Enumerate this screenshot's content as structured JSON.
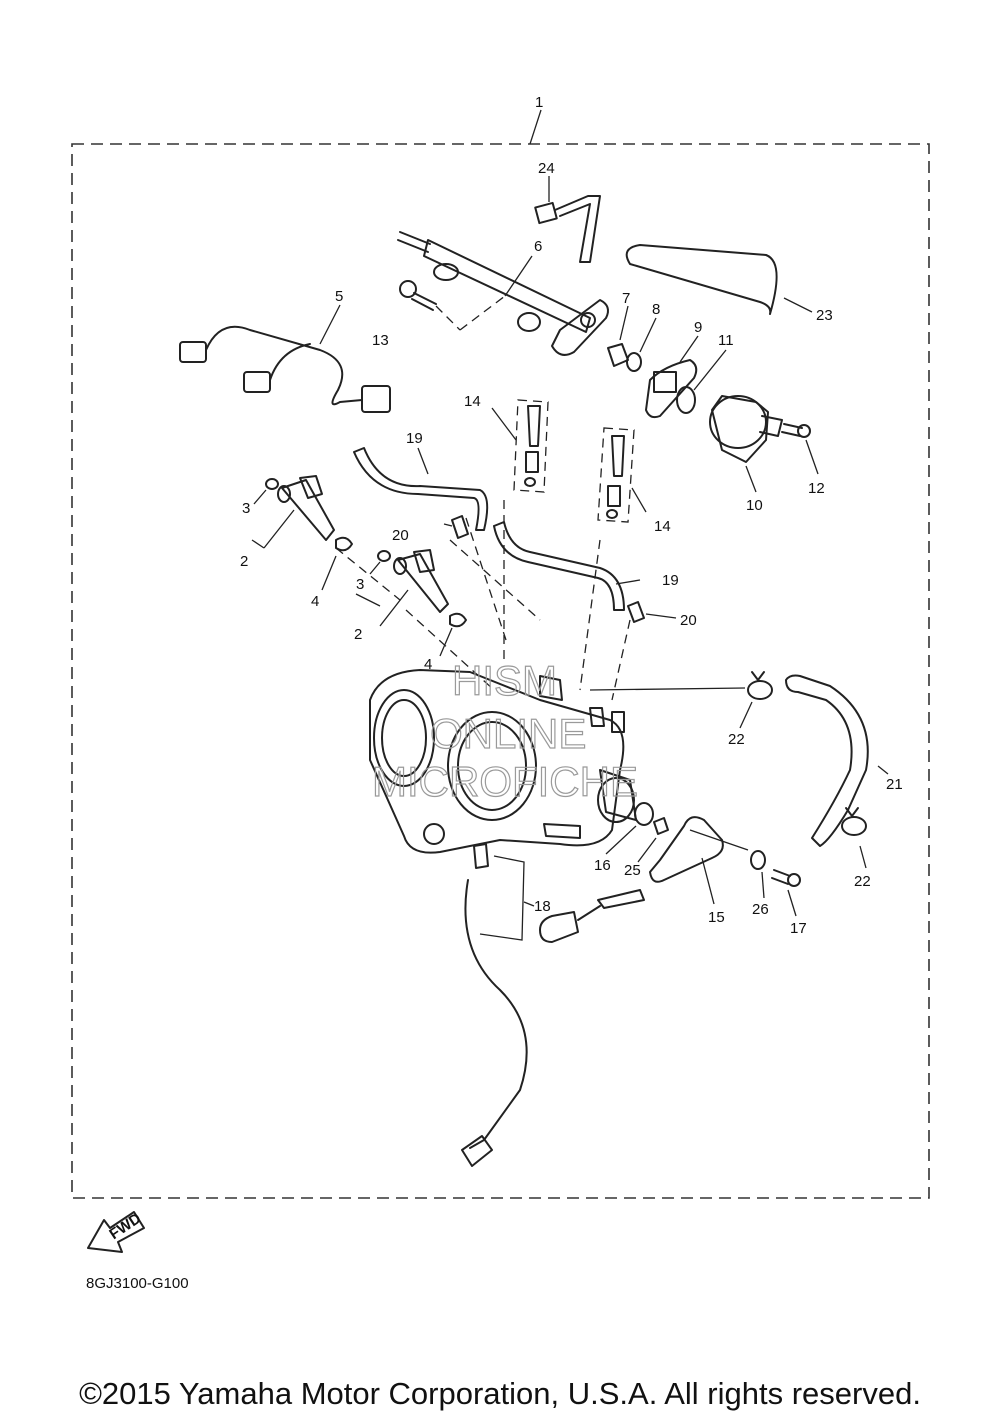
{
  "assembly_number": "1",
  "callouts": {
    "c24": "24",
    "c6": "6",
    "c23": "23",
    "c5": "5",
    "c13": "13",
    "c7": "7",
    "c8": "8",
    "c9": "9",
    "c11": "11",
    "c14a": "14",
    "c14b": "14",
    "c19a": "19",
    "c19b": "19",
    "c10": "10",
    "c12": "12",
    "c3a": "3",
    "c3b": "3",
    "c2a": "2",
    "c2b": "2",
    "c20a": "20",
    "c20b": "20",
    "c4a": "4",
    "c4b": "4",
    "c22a": "22",
    "c22b": "22",
    "c21": "21",
    "c16": "16",
    "c25": "25",
    "c15": "15",
    "c26": "26",
    "c17": "17",
    "c18": "18"
  },
  "fwd_label": "FWD",
  "diagram_code": "8GJ3100-G100",
  "watermark": [
    "HISM",
    "ONLINE",
    "MICROFICHE"
  ],
  "copyright": "©2015 Yamaha Motor Corporation, U.S.A. All rights reserved."
}
